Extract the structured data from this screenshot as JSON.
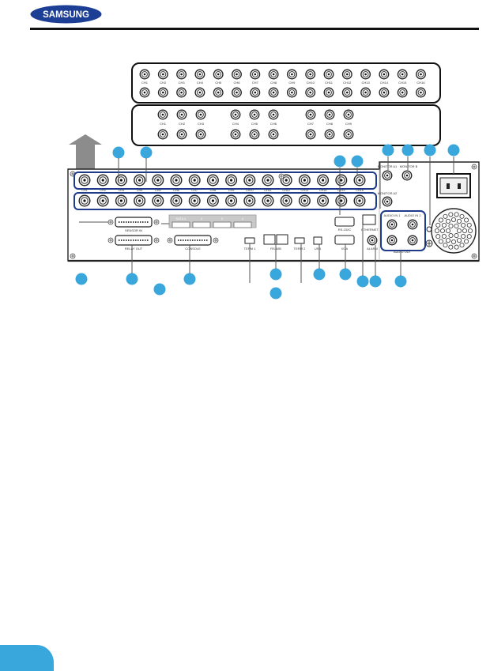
{
  "brand": {
    "name": "SAMSUNG",
    "color": "#1c3f95"
  },
  "accent_color": "#3aa7dc",
  "connector_box_1": {
    "top_labels": [
      "CH1",
      "CH2",
      "CH3",
      "CH4",
      "CH5",
      "CH6",
      "CH7",
      "CH8",
      "CH9",
      "CH10",
      "CH11",
      "CH12",
      "CH13",
      "CH14",
      "CH15",
      "CH16"
    ]
  },
  "connector_box_2": {
    "top_labels": [
      "CH1",
      "CH2",
      "CH3",
      "CH4",
      "CH5",
      "CH6",
      "CH7",
      "CH8",
      "CH9"
    ]
  },
  "rear_panel": {
    "bnc_row_labels": [
      "CH1",
      "CH2",
      "CH3",
      "CH4",
      "CH5",
      "CH6",
      "CH7",
      "CH8",
      "CH9",
      "CH10",
      "CH11",
      "CH12",
      "CH13",
      "CH14",
      "CH15",
      "CH16"
    ],
    "sensor_in": "SENSOR IN",
    "relay_out": "RELAY OUT",
    "console": "CONSOLE",
    "sata_labels": [
      "SATA 1",
      "2",
      "3",
      "4"
    ],
    "term1": "TERM 1",
    "rs485": "RS-485",
    "term2": "TERM 2",
    "usb": "USB",
    "rs232c": "RS-232C",
    "vga": "VGA",
    "ethernet": "ETHERNET",
    "monitor_a1": "MONITOR A1",
    "monitor_b": "MONITOR B",
    "monitor_a2": "MONITOR A2",
    "audio_in1": "AUDIO IN 1",
    "audio_in2": "AUDIO IN 2",
    "audio_out": "AUDIO OUT",
    "alarm": "ALARM"
  }
}
